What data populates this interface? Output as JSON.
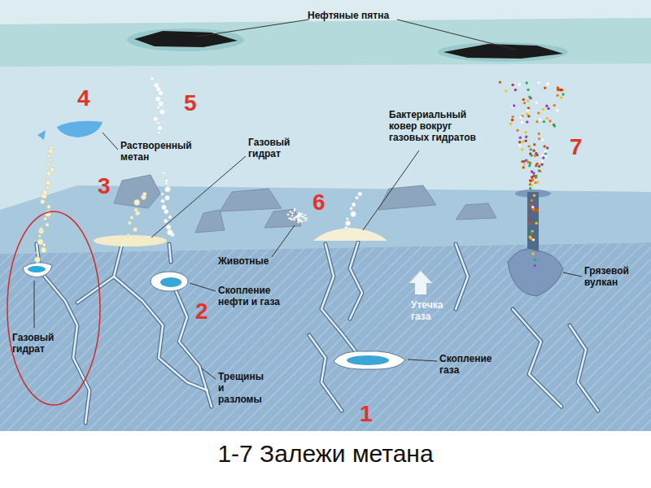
{
  "diagram": {
    "caption": "1-7 Залежи метана",
    "nodes": [
      {
        "text": [
          "Газовый гидрат"
        ]
      }
    ],
    "labels": [
      "Нефтяные пятна",
      "4",
      "5",
      "Растворенный метан",
      "Газовый гидрат",
      "Бактериальный ковер вокруг газовых гидратов",
      "7",
      "3",
      "6",
      "Животные",
      "Скопление нефти и газа",
      "2",
      "Утечка газа",
      "Грязевой вулкан",
      "Трещины и разломы",
      "Скопление газа",
      "1"
    ]
  }
}
